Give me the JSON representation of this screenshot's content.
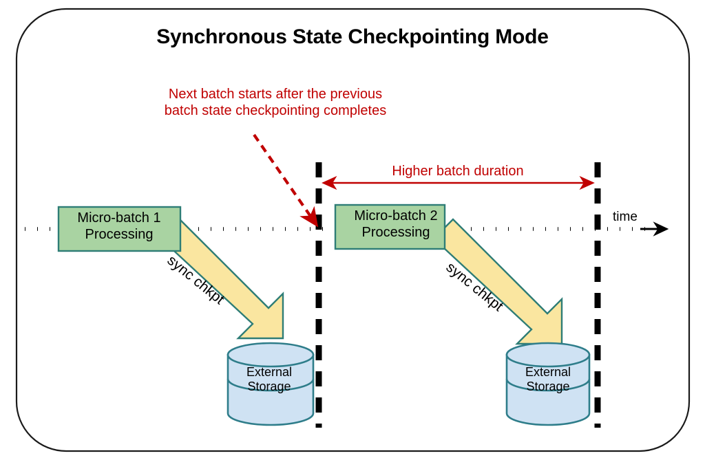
{
  "diagram": {
    "title": "Synchronous State Checkpointing Mode",
    "annotation": "Next batch starts after the previous\nbatch state checkpointing completes",
    "duration_label": "Higher batch duration",
    "time_axis_label": "time",
    "batches": [
      {
        "label": "Micro-batch 1\nProcessing"
      },
      {
        "label": "Micro-batch 2\nProcessing"
      }
    ],
    "checkpoint_arrows": [
      {
        "label": "sync chkpt"
      },
      {
        "label": "sync chkpt"
      }
    ],
    "storages": [
      {
        "label": "External\nStorage"
      },
      {
        "label": "External\nStorage"
      }
    ],
    "colors": {
      "frame_stroke": "#1a1a1a",
      "title_text": "#000000",
      "annotation_red": "#c00000",
      "batch_fill": "#a9d3a2",
      "batch_stroke": "#2e7d76",
      "arrow_fill": "#fae6a0",
      "arrow_stroke": "#2e7d76",
      "cylinder_fill": "#cfe2f3",
      "cylinder_stroke": "#2e7d8a",
      "timeline_dot": "#000000",
      "divider_dash": "#000000"
    }
  }
}
